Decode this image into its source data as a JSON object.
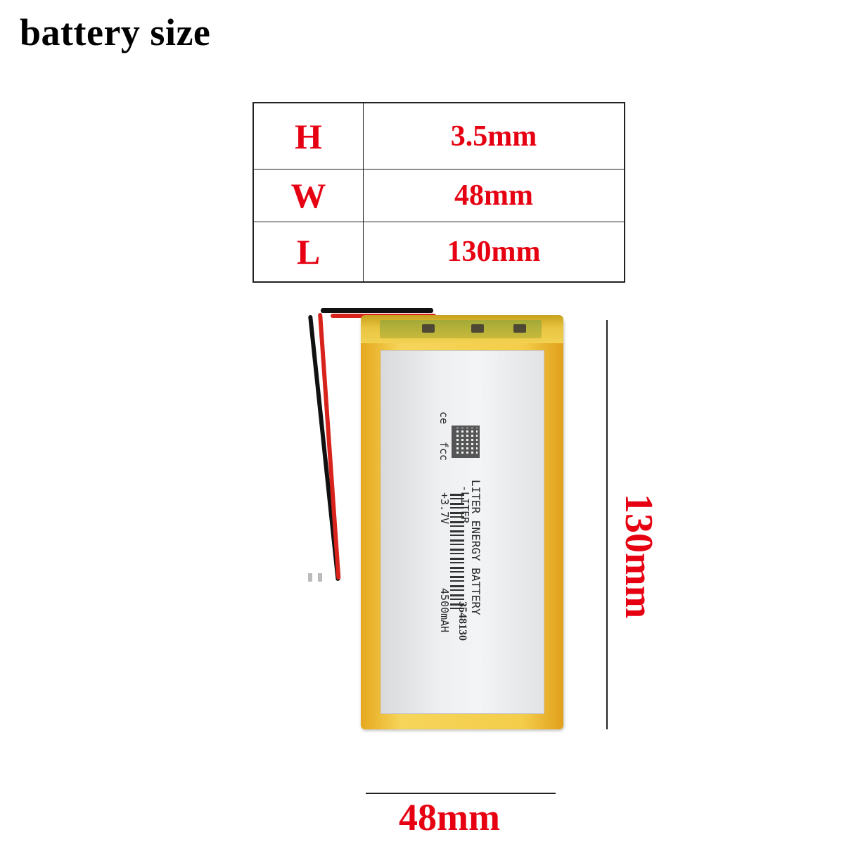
{
  "title": "battery size",
  "spec_table": {
    "rows": [
      {
        "key": "H",
        "value": "3.5mm"
      },
      {
        "key": "W",
        "value": "48mm"
      },
      {
        "key": "L",
        "value": "130mm"
      }
    ]
  },
  "battery_label": {
    "brand_line": "LITER ENERGY BATTERY",
    "brand_sub": "-LITER",
    "model": "3548130",
    "voltage": "+3.7V",
    "capacity": "4500mAH",
    "cert_marks": [
      "ce",
      "fcc"
    ]
  },
  "dimensions": {
    "length_label": "130mm",
    "width_label": "48mm"
  },
  "colors": {
    "accent_red": "#e60012",
    "battery_yellow": "#f4cd4a",
    "label_silver": "#eeeff1"
  }
}
